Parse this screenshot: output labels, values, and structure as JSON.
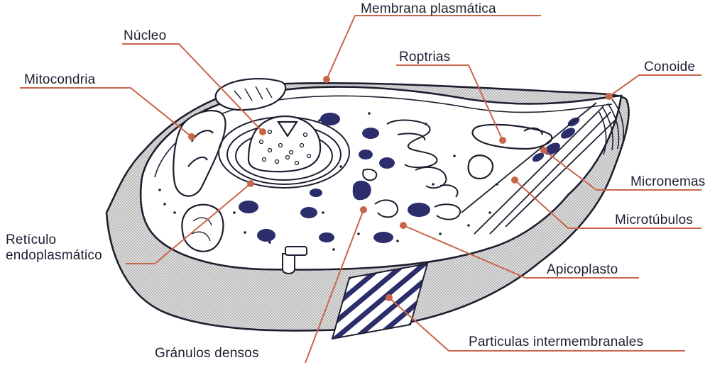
{
  "diagram": {
    "colors": {
      "ink": "#1e1e30",
      "leader": "#c8654a",
      "organelle_fill": "#2b2e6b",
      "shading": "#bdbdbd"
    },
    "labels": {
      "membrana": "Membrana plasmática",
      "nucleo": "Núcleo",
      "mitocondria": "Mitocondria",
      "roptrias": "Roptrias",
      "conoide": "Conoide",
      "micronemas": "Micronemas",
      "microtubulos": "Microtúbulos",
      "reticulo": "Retículo\nendoplasmático",
      "apicoplasto": "Apicoplasto",
      "particulas": "Particulas intermembranales",
      "granulos": "Gránulos densos"
    }
  }
}
